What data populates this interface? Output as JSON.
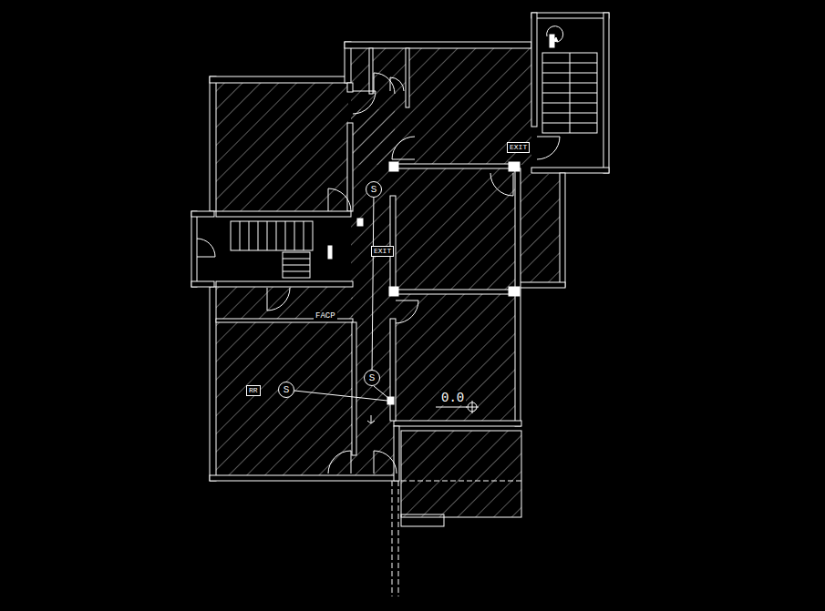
{
  "diagram": {
    "nodes": [
      {
        "text": [
          "S"
        ]
      },
      {
        "text": [
          "S"
        ]
      },
      {
        "text": [
          "S"
        ]
      }
    ],
    "edges": [
      {
        "from": 0,
        "to": 1,
        "arrow": "none"
      }
    ],
    "labels": [
      "EXIT",
      "EXIT",
      "RR",
      "FACP",
      "0.0"
    ]
  }
}
